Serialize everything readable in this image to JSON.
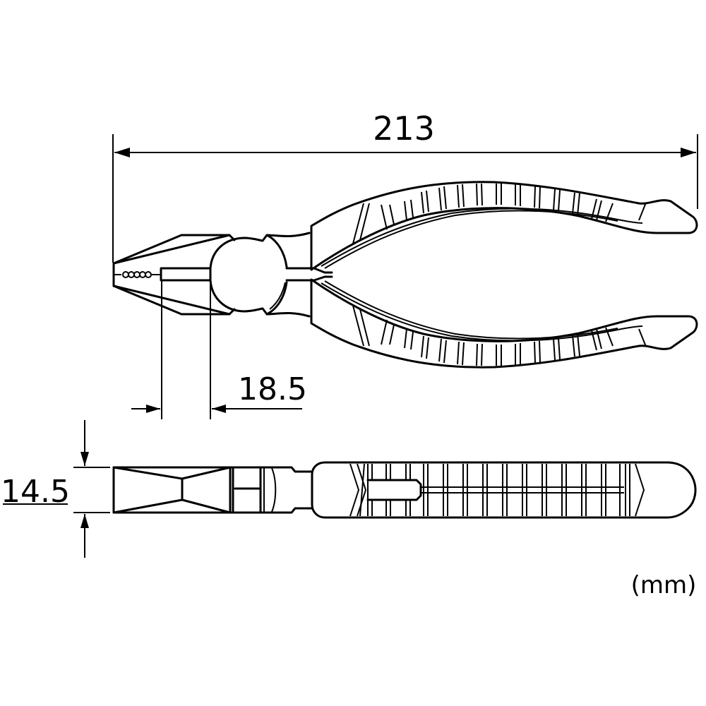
{
  "drawing": {
    "subject": "combination pliers",
    "views": [
      "side view",
      "top view"
    ],
    "line_color": "#000000",
    "background": "#ffffff"
  },
  "dimensions": {
    "overall_length": "213",
    "crimp_section_length": "18.5",
    "thickness": "14.5"
  },
  "units_label": "(mm)"
}
